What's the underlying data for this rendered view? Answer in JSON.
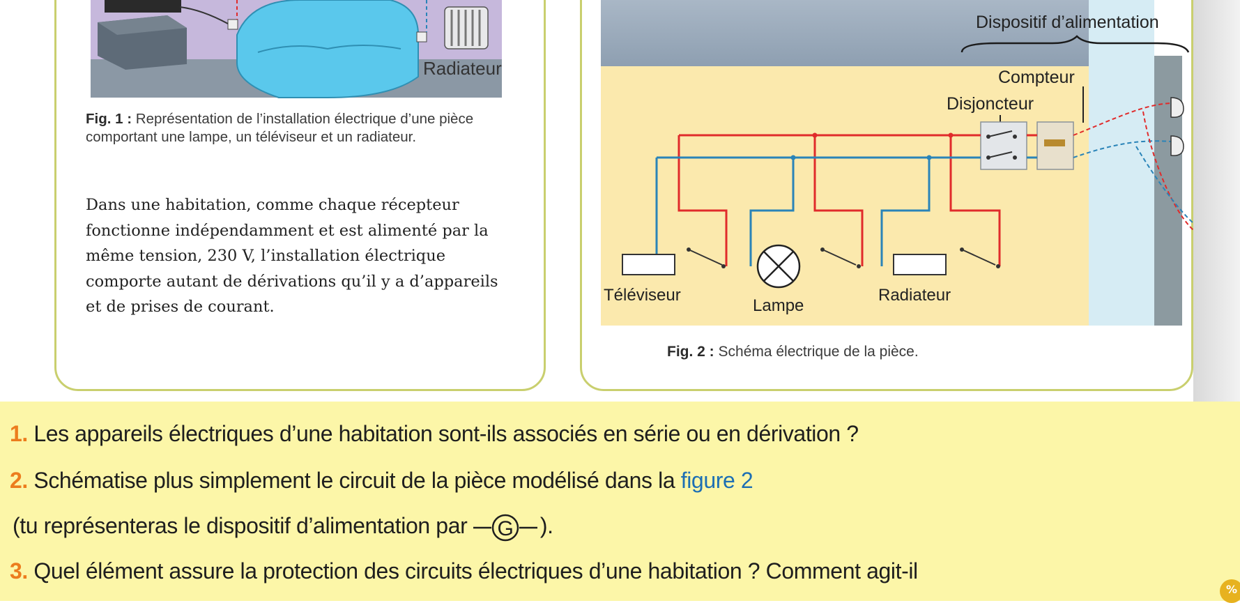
{
  "figure1": {
    "radiateur_label": "Radiateur",
    "caption_label": "Fig. 1 :",
    "caption_text": " Représentation de l’installation électrique d’une pièce comportant une lampe, un téléviseur et un radiateur."
  },
  "body_paragraph": "Dans une habitation, comme chaque récepteur fonctionne indépendamment et est alimenté par la même tension, 230 V, l’installation électrique comporte autant de dérivations qu’il y a d’appareils et de prises de courant.",
  "figure2": {
    "labels": {
      "dispositif": "Dispositif d’alimentation",
      "compteur": "Compteur",
      "disjoncteur": "Disjoncteur",
      "televiseur": "Téléviseur",
      "lampe": "Lampe",
      "radiateur": "Radiateur"
    },
    "caption_label": "Fig. 2 :",
    "caption_text": " Schéma électrique de la pièce."
  },
  "questions": [
    {
      "num": "1.",
      "text": " Les appareils électriques d’une habitation sont-ils associés en série ou en dérivation ?"
    },
    {
      "num": "2.",
      "text_before": " Schématise plus simplement le circuit de la pièce modélisé dans la ",
      "figure_ref": "figure 2",
      "line2_before": "(tu représenteras le dispositif d’alimentation par ",
      "symbol_letter": "G",
      "line2_after": ")."
    },
    {
      "num": "3.",
      "text": " Quel élément assure la protection des circuits électriques d’une habitation ? Comment agit-il"
    }
  ],
  "colors": {
    "box_border": "#c9cf6e",
    "question_bg": "#fcf6a8",
    "question_number": "#ec7c1d",
    "figure_ref": "#1d6fb4",
    "wire_phase": "#e02b2b",
    "wire_neutral": "#2a84b8",
    "wall": "#fbe9ad",
    "sofa": "#5ac8ec"
  },
  "icons": [
    "television-icon",
    "sofa-icon",
    "radiator-icon",
    "socket-icon",
    "lamp-symbol-icon",
    "switch-symbol-icon",
    "resistor-symbol-icon",
    "generator-symbol-icon",
    "plug-icon"
  ]
}
